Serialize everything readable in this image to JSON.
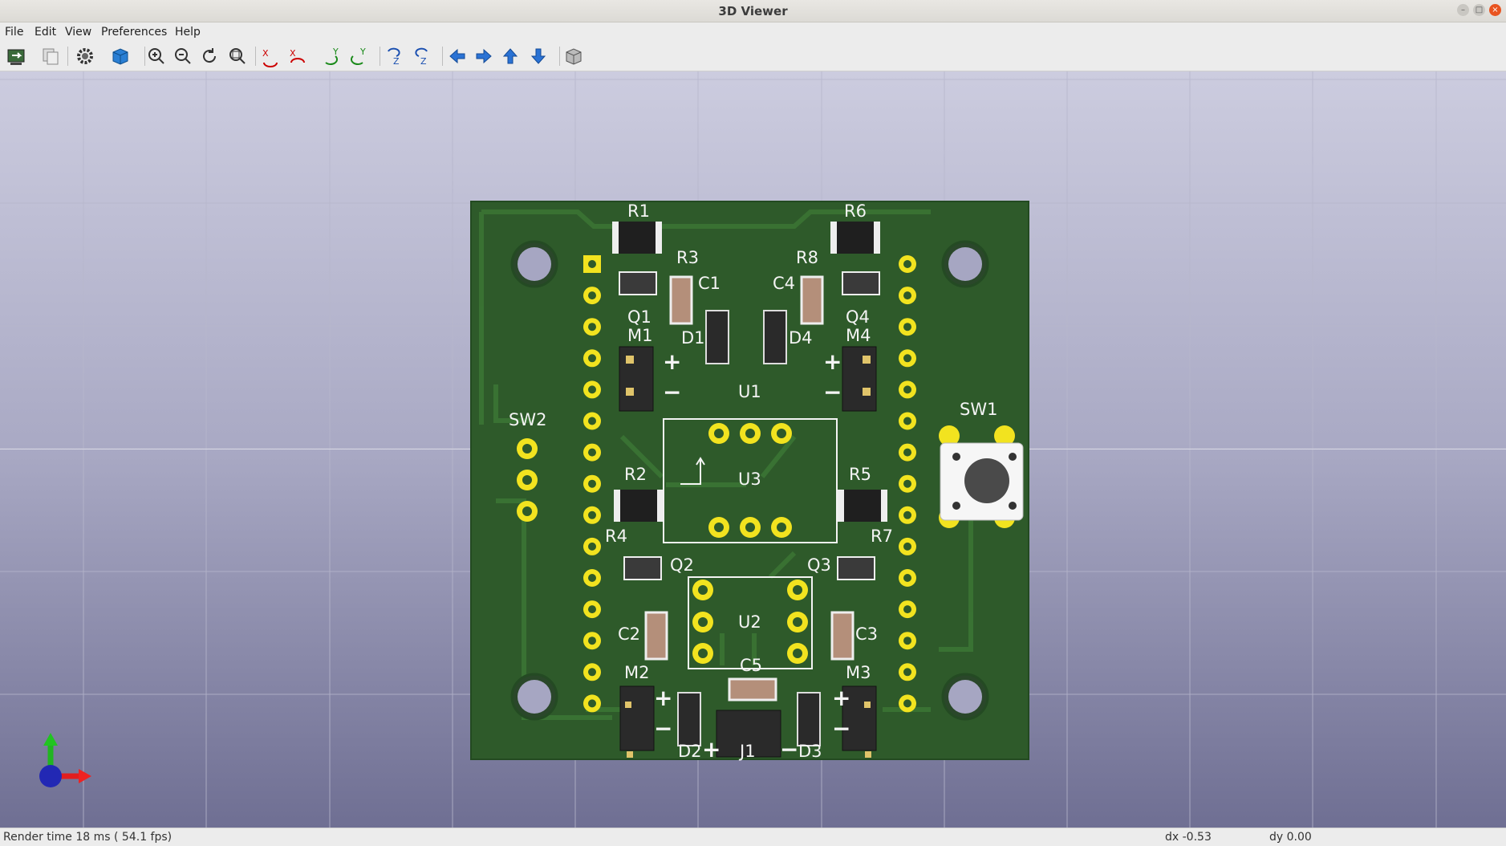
{
  "window": {
    "title": "3D Viewer"
  },
  "menu": [
    "File",
    "Edit",
    "View",
    "Preferences",
    "Help"
  ],
  "toolbar": {
    "icons": [
      "render-raytracing-icon",
      "copy-image-icon",
      "settings-icon",
      "3d-cube-icon",
      "zoom-in-icon",
      "zoom-out-icon",
      "redraw-icon",
      "zoom-fit-icon",
      "rotate-x-cw-icon",
      "rotate-x-ccw-icon",
      "rotate-y-cw-icon",
      "rotate-y-ccw-icon",
      "rotate-z-cw-icon",
      "rotate-z-ccw-icon",
      "move-left-icon",
      "move-right-icon",
      "move-up-icon",
      "move-down-icon",
      "ortho-view-icon"
    ]
  },
  "pcb": {
    "labels": [
      "R1",
      "R6",
      "R3",
      "R8",
      "C1",
      "C4",
      "Q1",
      "Q4",
      "M1",
      "M4",
      "D1",
      "D4",
      "U1",
      "SW2",
      "SW1",
      "R2",
      "R5",
      "U3",
      "R4",
      "R7",
      "Q2",
      "Q3",
      "U2",
      "C2",
      "C3",
      "M2",
      "M3",
      "C5",
      "D2",
      "D3",
      "J1"
    ],
    "polarity": [
      "+",
      "−"
    ]
  },
  "status": {
    "render": "Render time 18 ms ( 54.1 fps)",
    "dx": "dx -0.53",
    "dy": "dy 0.00"
  },
  "colors": {
    "board": "#2e5a2a",
    "pad": "#f2e31f",
    "silkscreen": "#f4f4f4",
    "background_top": "#ccccdf",
    "background_bottom": "#6f6f93"
  }
}
